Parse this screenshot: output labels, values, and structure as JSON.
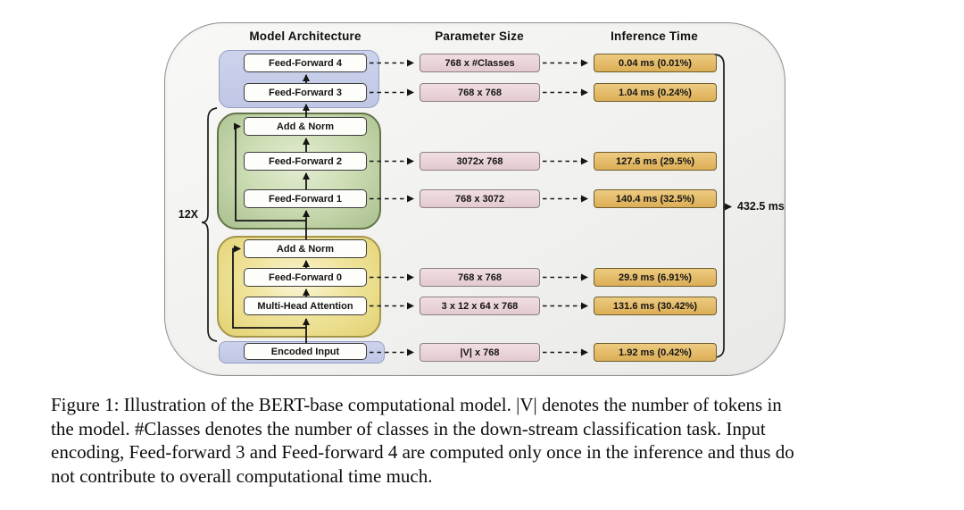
{
  "figure": {
    "headers": {
      "architecture": "Model Architecture",
      "parameter_size": "Parameter Size",
      "inference_time": "Inference Time"
    },
    "layers_multiplier": "12X",
    "total_inference_time": "432.5 ms",
    "add_norm_label": "Add & Norm",
    "rows": [
      {
        "block": "Feed-Forward 4",
        "param": "768 x #Classes",
        "time": "0.04 ms (0.01%)"
      },
      {
        "block": "Feed-Forward 3",
        "param": "768 x 768",
        "time": "1.04 ms (0.24%)"
      },
      {
        "block": "Feed-Forward 2",
        "param": "3072x 768",
        "time": "127.6 ms (29.5%)"
      },
      {
        "block": "Feed-Forward 1",
        "param": "768 x 3072",
        "time": "140.4 ms (32.5%)"
      },
      {
        "block": "Feed-Forward 0",
        "param": "768 x 768",
        "time": "29.9 ms (6.91%)"
      },
      {
        "block": "Multi-Head Attention",
        "param": "3 x 12 x 64 x 768",
        "time": "131.6 ms (30.42%)"
      },
      {
        "block": "Encoded Input",
        "param": "|V| x 768",
        "time": "1.92 ms (0.42%)"
      }
    ],
    "colors": {
      "group_blue": "#c7cee9",
      "group_green": "#b6c99d",
      "group_yellow": "#eee08a",
      "param_box": "#e8d2d8",
      "time_box": "#e2b967"
    }
  },
  "caption": {
    "lines": [
      "Figure 1: Illustration of the BERT-base computational model. |V| denotes the number of tokens in",
      "the model.  #Classes denotes the number of classes in the down-stream classification task.  Input",
      "encoding, Feed-forward 3 and Feed-forward 4 are computed only once in the inference and thus do",
      "not contribute to overall computational time much."
    ]
  }
}
